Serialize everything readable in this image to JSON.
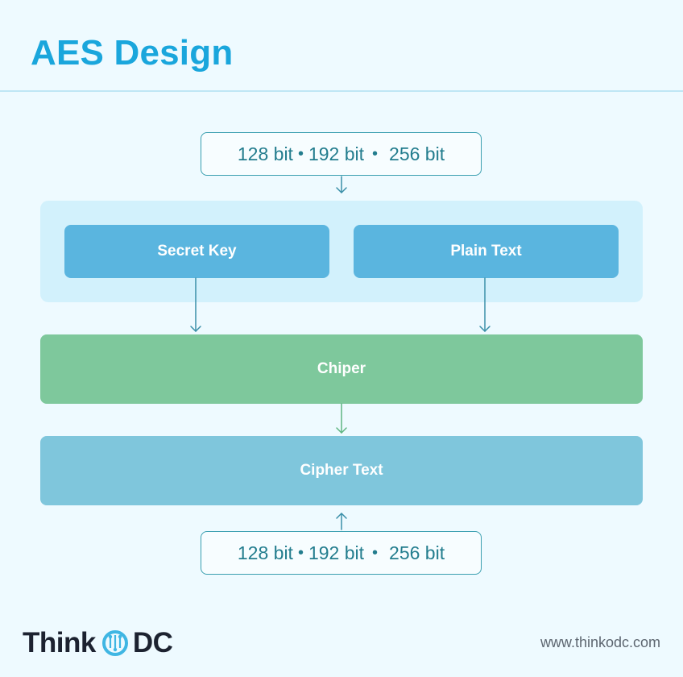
{
  "header": {
    "title": "AES Design"
  },
  "key_sizes_top": {
    "a": "128 bit",
    "b": "192 bit",
    "c": "256 bit",
    "sep": "•"
  },
  "inputs": {
    "secret_key": "Secret Key",
    "plain_text": "Plain Text"
  },
  "cipher": {
    "label": "Chiper"
  },
  "output": {
    "label": "Cipher Text"
  },
  "key_sizes_bottom": {
    "a": "128 bit",
    "b": "192 bit",
    "c": "256 bit",
    "sep": "•"
  },
  "footer": {
    "logo_left": "Think",
    "logo_right": "DC",
    "url": "www.thinkodc.com"
  },
  "colors": {
    "title": "#1aa6dc",
    "input_box": "#5ab5df",
    "cipher_box": "#7ec89c",
    "output_box": "#7fc6dc",
    "group_bg": "#d2f1fc"
  },
  "icons": {
    "logo_mark": "circuit-o-icon"
  }
}
